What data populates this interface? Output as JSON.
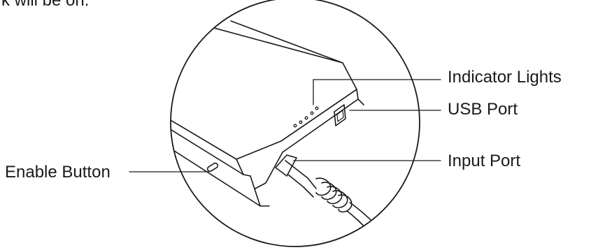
{
  "intro": {
    "cut_text": "k will be on."
  },
  "callouts": {
    "indicator_lights": "Indicator Lights",
    "usb_port": "USB Port",
    "input_port": "Input Port",
    "enable_button": "Enable Button"
  },
  "colors": {
    "line": "#1a1a1a",
    "background": "#ffffff"
  }
}
